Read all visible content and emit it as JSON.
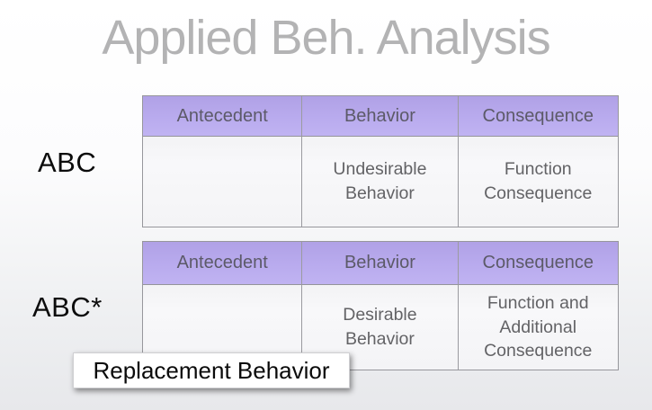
{
  "slide": {
    "title": "Applied Beh. Analysis"
  },
  "colors": {
    "title-gray": "#b3b3b4",
    "header-purple": "#b9abee",
    "header-purple-dark": "#b0a1e6",
    "header-purple-light": "#c0b3f2",
    "header-text": "#5c5a68",
    "body-text": "#636366"
  },
  "tables": [
    {
      "label": "ABC",
      "headers": [
        "Antecedent",
        "Behavior",
        "Consequence"
      ],
      "cells": [
        "",
        "Undesirable Behavior",
        "Function Consequence"
      ]
    },
    {
      "label": "ABC*",
      "headers": [
        "Antecedent",
        "Behavior",
        "Consequence"
      ],
      "cells": [
        "",
        "Desirable Behavior",
        "Function and Additional Consequence"
      ]
    }
  ],
  "callout": {
    "label": "Replacement Behavior"
  }
}
